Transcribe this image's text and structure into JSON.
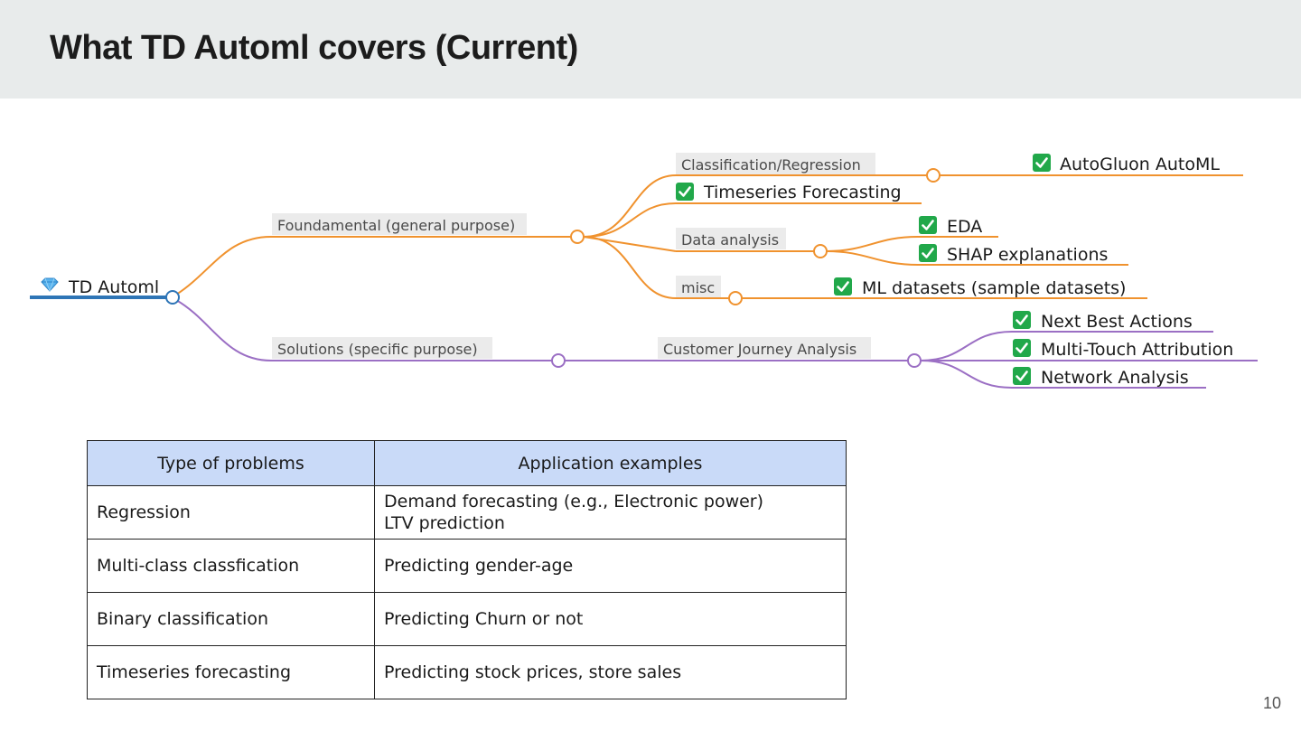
{
  "slide": {
    "title": "What TD Automl covers (Current)",
    "page_number": "10"
  },
  "mindmap": {
    "root": {
      "icon": "gem-icon",
      "label": "TD Automl"
    },
    "branches": [
      {
        "label": "Foundamental (general purpose)",
        "children": [
          {
            "label": "Classification/Regression",
            "children": [
              {
                "label": "AutoGluon AutoML",
                "done": true
              }
            ]
          },
          {
            "label": "Timeseries Forecasting",
            "done": true
          },
          {
            "label": "Data analysis",
            "children": [
              {
                "label": "EDA",
                "done": true
              },
              {
                "label": "SHAP explanations",
                "done": true
              }
            ]
          },
          {
            "label": "misc",
            "children": [
              {
                "label": "ML datasets (sample datasets)",
                "done": true
              }
            ]
          }
        ]
      },
      {
        "label": "Solutions (specific purpose)",
        "children": [
          {
            "label": "Customer Journey Analysis",
            "children": [
              {
                "label": "Next Best Actions",
                "done": true
              },
              {
                "label": "Multi-Touch Attribution",
                "done": true
              },
              {
                "label": "Network Analysis",
                "done": true
              }
            ]
          }
        ]
      }
    ],
    "colors": {
      "root": "#2e75b6",
      "fundamental": "#f0922e",
      "solutions": "#9b6fc4",
      "check_bg": "#21a84a"
    }
  },
  "table": {
    "headers": [
      "Type of problems",
      "Application examples"
    ],
    "rows": [
      {
        "type": "Regression",
        "examples": [
          "Demand forecasting (e.g., Electronic power)",
          "LTV prediction"
        ]
      },
      {
        "type": "Multi-class classfication",
        "examples": [
          "Predicting gender-age"
        ]
      },
      {
        "type": "Binary classification",
        "examples": [
          "Predicting Churn or not"
        ]
      },
      {
        "type": "Timeseries forecasting",
        "examples": [
          "Predicting stock prices, store sales"
        ]
      }
    ],
    "header_bg": "#c9daf8"
  }
}
